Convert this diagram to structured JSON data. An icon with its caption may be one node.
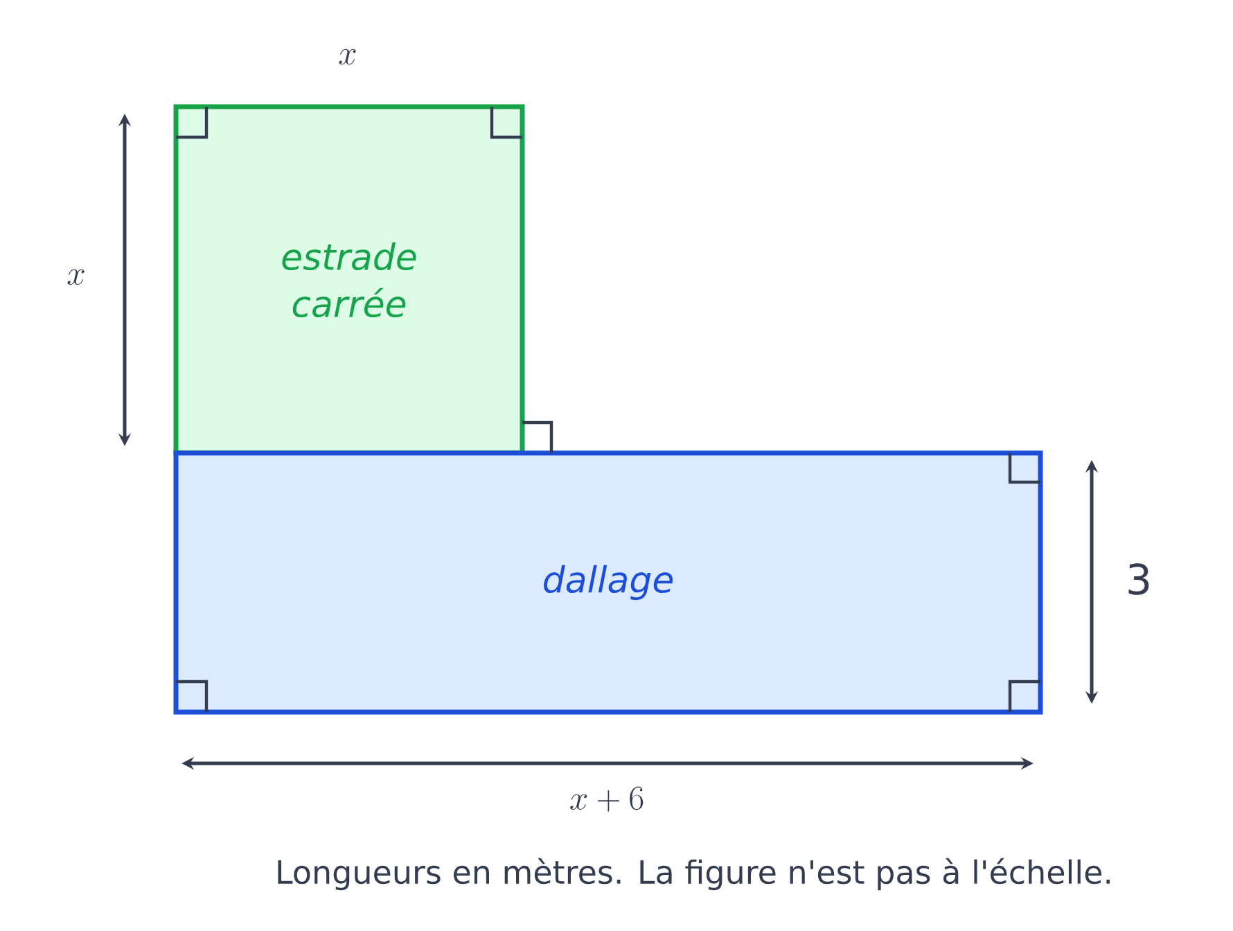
{
  "diagram": {
    "caption": "Longueurs en mètres. La figure n'est pas à l'échelle.",
    "nodes": [
      {
        "text": [
          "estrade carrée"
        ]
      },
      {
        "text": [
          "dallage"
        ]
      }
    ],
    "labels": [
      "x",
      "x",
      "3",
      "x + 6"
    ]
  }
}
